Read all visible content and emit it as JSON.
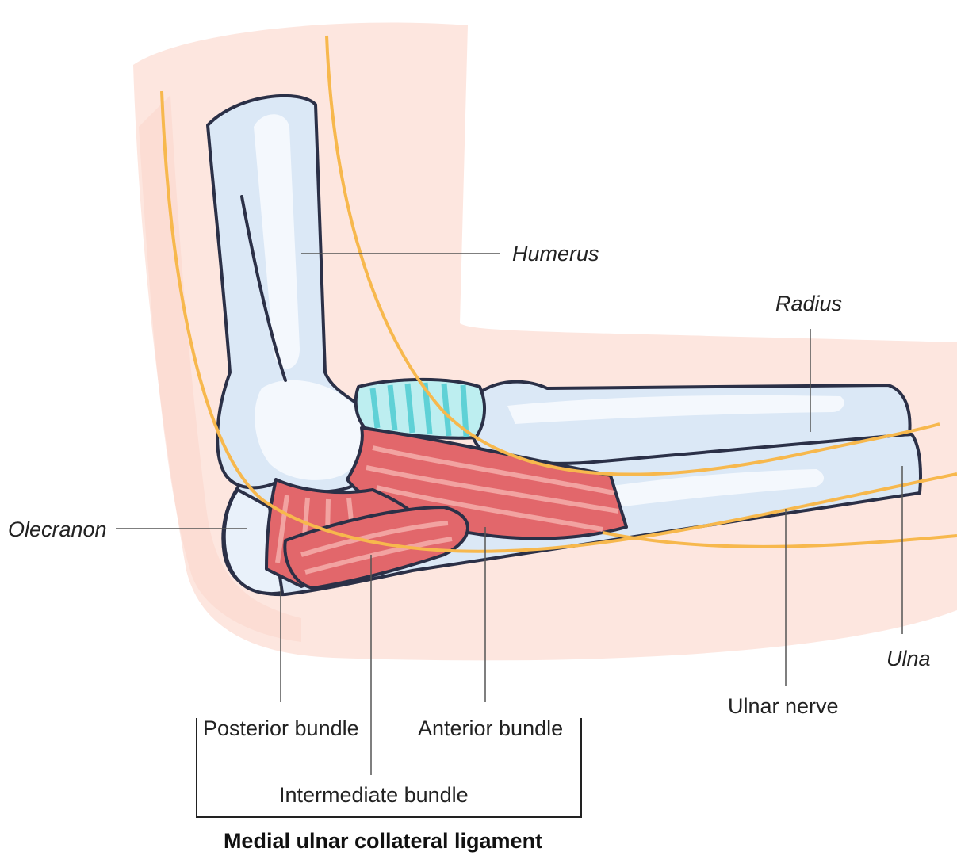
{
  "labels": {
    "humerus": "Humerus",
    "radius": "Radius",
    "olecranon": "Olecranon",
    "ulna": "Ulna",
    "ulnar_nerve": "Ulnar nerve",
    "posterior_bundle": "Posterior bundle",
    "anterior_bundle": "Anterior bundle",
    "intermediate_bundle": "Intermediate bundle"
  },
  "caption": "Medial ulnar collateral ligament",
  "colors": {
    "skin": "#fde6df",
    "bone": "#dbe8f6",
    "bone_highlight": "#f4f8fd",
    "bone_outline": "#2b3047",
    "ligament": "#e2676b",
    "ligament_stripe": "#f2a3a1",
    "cartilage": "#5fd1d6",
    "nerve": "#f7b84d",
    "leader_line": "#555555"
  }
}
